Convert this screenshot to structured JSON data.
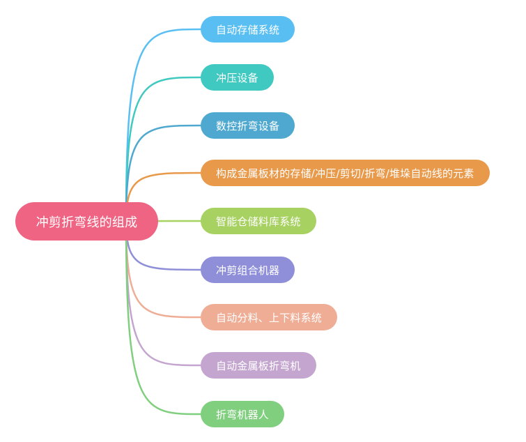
{
  "root": {
    "label": "冲剪折弯线的组成",
    "color": "#ef6483"
  },
  "branches": [
    {
      "label": "自动存储系统",
      "color": "#59bff2"
    },
    {
      "label": "冲压设备",
      "color": "#3fc9c0"
    },
    {
      "label": "数控折弯设备",
      "color": "#4fa8cf"
    },
    {
      "label": "构成金属板材的存储/冲压/剪切/折弯/堆垛自动线的元素",
      "color": "#e8994a"
    },
    {
      "label": "智能仓储料库系统",
      "color": "#a7d160"
    },
    {
      "label": "冲剪组合机器",
      "color": "#8f8fd9"
    },
    {
      "label": "自动分料、上下料系统",
      "color": "#efad96"
    },
    {
      "label": "自动金属板折弯机",
      "color": "#c4a5cf"
    },
    {
      "label": "折弯机器人",
      "color": "#7fcf7f"
    }
  ]
}
